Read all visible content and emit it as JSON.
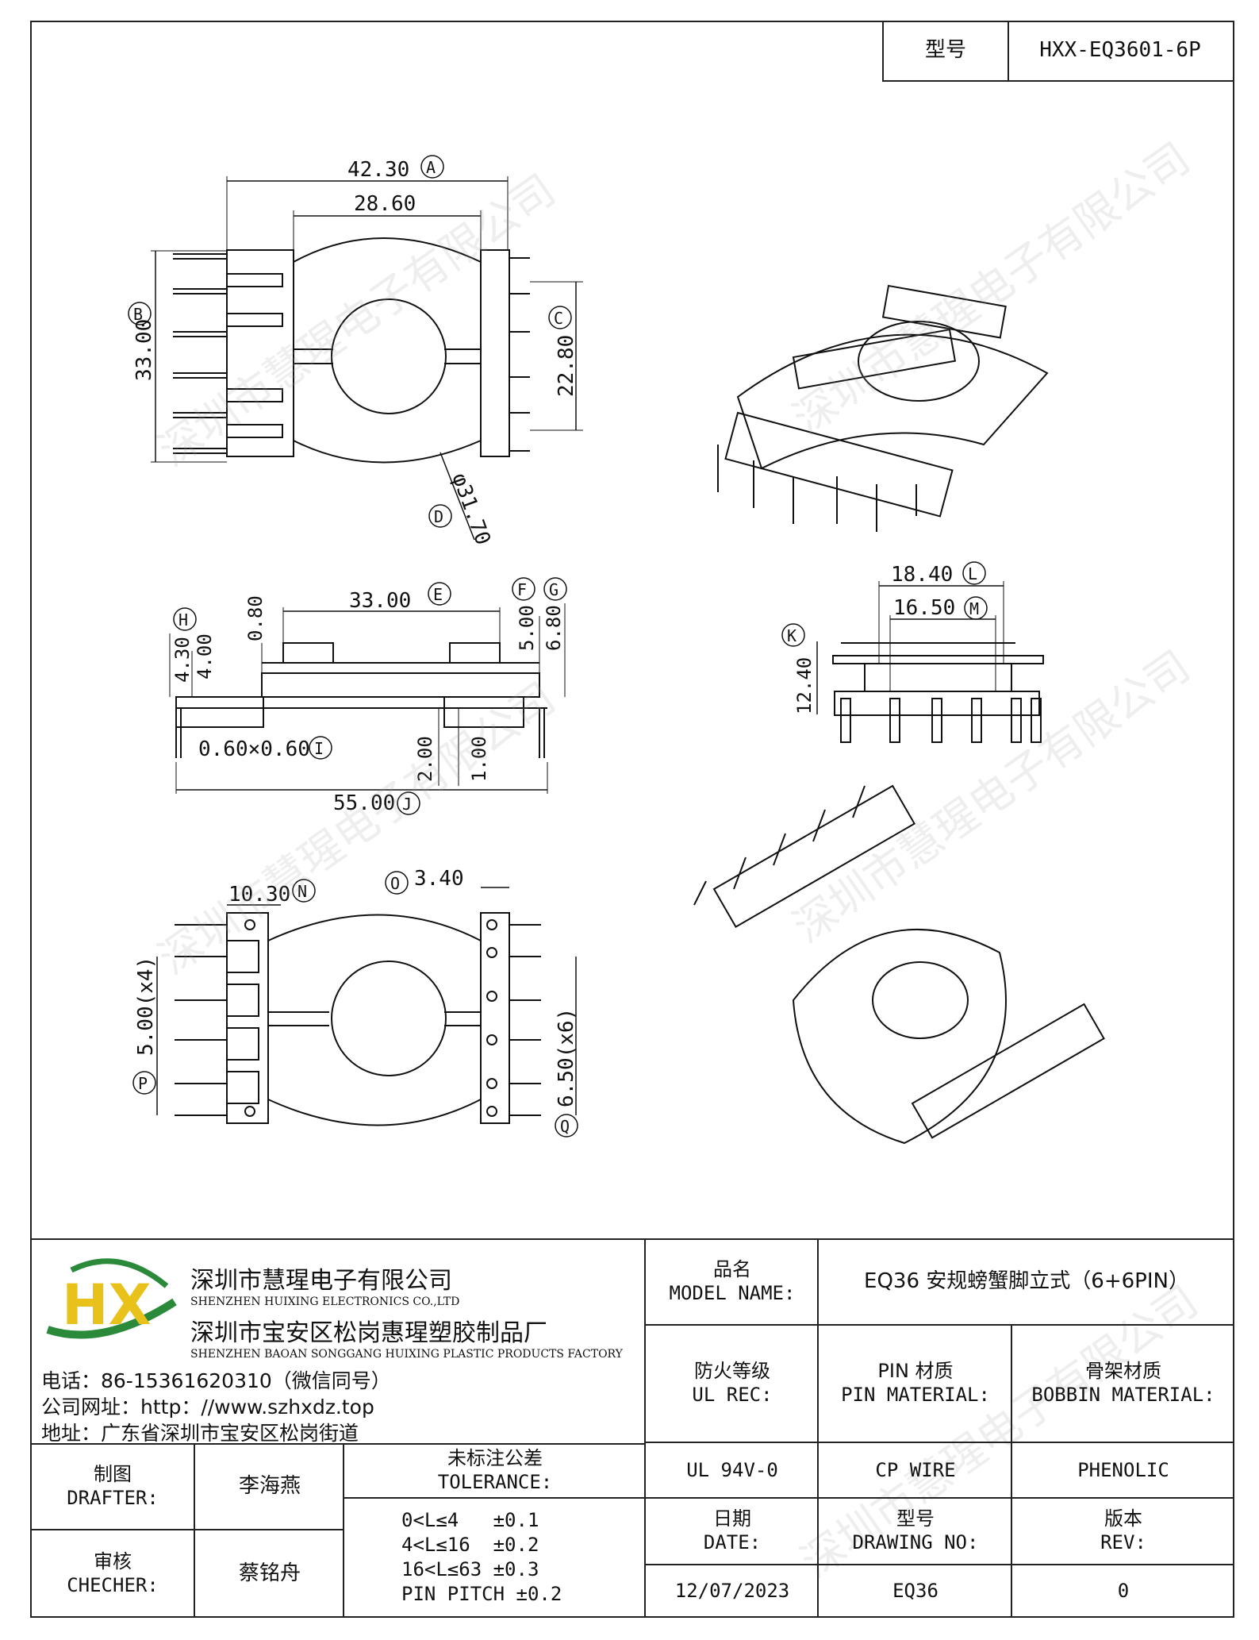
{
  "model": {
    "label": "型号",
    "value": "HXX-EQ3601-6P"
  },
  "dimensions": {
    "top": {
      "a": "42.30",
      "b": "33.00",
      "c": "22.80",
      "d": "φ31.70",
      "w": "28.60"
    },
    "side": {
      "e": "33.00",
      "f": "5.00",
      "g": "6.80",
      "h": "4.30",
      "i": "4.00",
      "k08": "0.80",
      "pin": "0.60×0.60",
      "h2": "2.00",
      "h1": "1.00",
      "j": "55.00"
    },
    "end": {
      "l": "18.40",
      "m": "16.50",
      "k": "12.40"
    },
    "bottom": {
      "n": "10.30",
      "o": "3.40",
      "p": "5.00(x4)",
      "q": "6.50(x6)"
    },
    "circles": [
      "A",
      "B",
      "C",
      "D",
      "E",
      "F",
      "G",
      "H",
      "I",
      "J",
      "K",
      "L",
      "M",
      "N",
      "O",
      "P",
      "Q"
    ]
  },
  "company": {
    "name1": "深圳市慧瑆电子有限公司",
    "name1_en": "SHENZHEN HUIXING ELECTRONICS CO.,LTD",
    "name2": "深圳市宝安区松岗惠瑆塑胶制品厂",
    "name2_en": "SHENZHEN BAOAN SONGGANG HUIXING PLASTIC PRODUCTS FACTORY",
    "phone": "电话：86-15361620310（微信同号）",
    "website": "公司网址：http：//www.szhxdz.top",
    "address": "地址：广东省深圳市宝安区松岗街道",
    "logo_text": "HX",
    "logo_colors": {
      "h": "#e8c21a",
      "x": "#2a8a3a",
      "swoosh": "#2a8a3a"
    }
  },
  "watermark": "深圳市慧瑆电子有限公司",
  "table": {
    "product_name_label_cn": "品名",
    "product_name_label_en": "MODEL NAME:",
    "product_name_value": "EQ36 安规螃蟹脚立式（6+6PIN）",
    "fire_label_cn": "防火等级",
    "fire_label_en": "UL REC:",
    "pin_label_cn": "PIN 材质",
    "pin_label_en": "PIN MATERIAL:",
    "bobbin_label_cn": "骨架材质",
    "bobbin_label_en": "BOBBIN MATERIAL:",
    "fire_value": "UL 94V-0",
    "pin_value": "CP WIRE",
    "bobbin_value": "PHENOLIC",
    "drafter_cn": "制图",
    "drafter_en": "DRAFTER:",
    "drafter_name": "李海燕",
    "checker_cn": "审核",
    "checker_en": "CHECHER:",
    "checker_name": "蔡铭舟",
    "tolerance_cn": "未标注公差",
    "tolerance_en": "TOLERANCE:",
    "tolerance_lines": [
      "0<L≤4   ±0.1",
      "4<L≤16  ±0.2",
      "16<L≤63 ±0.3",
      "PIN PITCH ±0.2"
    ],
    "date_cn": "日期",
    "date_en": "DATE:",
    "date_value": "12/07/2023",
    "drawing_cn": "型号",
    "drawing_en": "DRAWING NO:",
    "drawing_value": "EQ36",
    "rev_cn": "版本",
    "rev_en": "REV:",
    "rev_value": "0"
  }
}
